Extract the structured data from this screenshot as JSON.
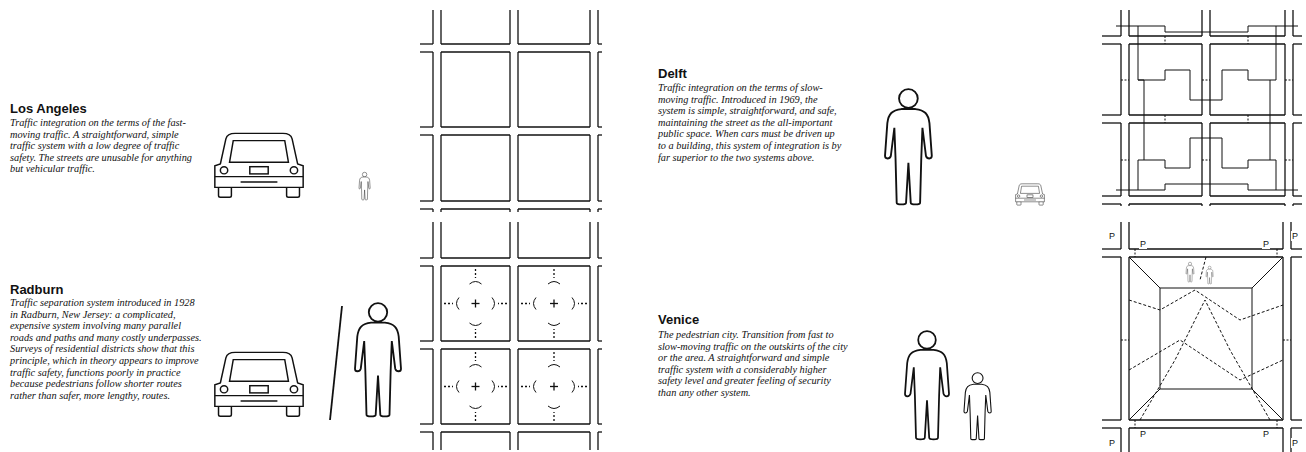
{
  "diagram": {
    "labels": [
      "Los Angeles",
      "Traffic integration on the terms of the fast-moving traffic. A straightforward, simple traffic system with a low degree of traffic safety. The streets are unusable for anything but vehicular traffic.",
      "Radburn",
      "Traffic separation system introduced in 1928 in Radburn, New Jersey: a complicated, expensive system involving many parallel roads and paths and many costly underpasses. Surveys of residential districts show that this principle, which in theory appears to improve traffic safety, functions poorly in practice because pedestrians follow shorter routes rather than safer, more lengthy, routes.",
      "Delft",
      "Traffic integration on the terms of slow-moving traffic. Introduced in 1969, the system is simple, straightforward, and safe, maintaining the street as the all-important public space. When cars must be driven up to a building, this system of integration is by far superior to the two systems above.",
      "Venice",
      "The pedestrian city. Transition from fast to slow-moving traffic on the outskirts of the city or the area. A straightforward and simple traffic system with a considerably higher safety level and greater feeling of security than any other system.",
      "P",
      "P",
      "P",
      "P",
      "P",
      "P",
      "P",
      "P"
    ]
  }
}
